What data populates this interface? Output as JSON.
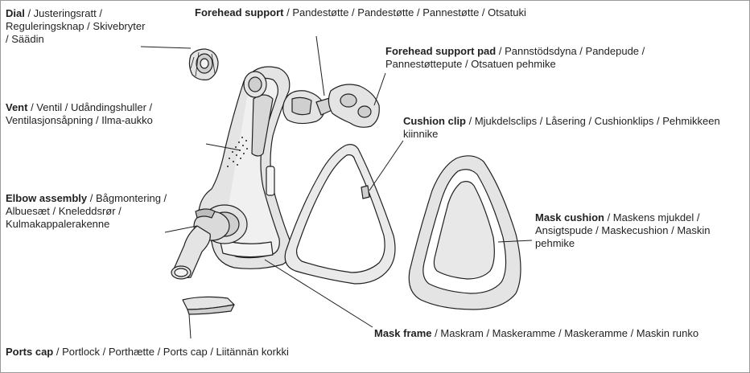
{
  "diagram": {
    "labels": {
      "dial": {
        "term": "Dial",
        "rest": " / Justeringsratt / Reguleringsknap / Skivebryter / Säädin"
      },
      "forehead_support": {
        "term": "Forehead support",
        "rest": " / Pandestøtte / Pandestøtte / Pannestøtte / Otsatuki"
      },
      "forehead_support_pad": {
        "term": "Forehead support pad",
        "rest": " / Pannstödsdyna / Pandepude / Pannestøttepute / Otsatuen pehmike"
      },
      "vent": {
        "term": "Vent",
        "rest": " / Ventil / Udåndingshuller / Ventilasjonsåpning / Ilma-aukko"
      },
      "cushion_clip": {
        "term": "Cushion clip",
        "rest": " / Mjukdelsclips / Låsering / Cushionklips / Pehmikkeen kiinnike"
      },
      "elbow_assembly": {
        "term": "Elbow assembly",
        "rest": " / Bågmontering / Albuesæt / Kneleddsrør / Kulmakappalerakenne"
      },
      "mask_cushion": {
        "term": "Mask cushion",
        "rest": " / Maskens mjukdel / Ansigtspude / Maskecushion / Maskin pehmike"
      },
      "mask_frame": {
        "term": "Mask frame",
        "rest": " / Maskram / Maskeramme / Maskeramme / Maskin runko"
      },
      "ports_cap": {
        "term": "Ports cap",
        "rest": " / Portlock / Porthætte / Ports cap / Liitännän korkki"
      }
    }
  }
}
